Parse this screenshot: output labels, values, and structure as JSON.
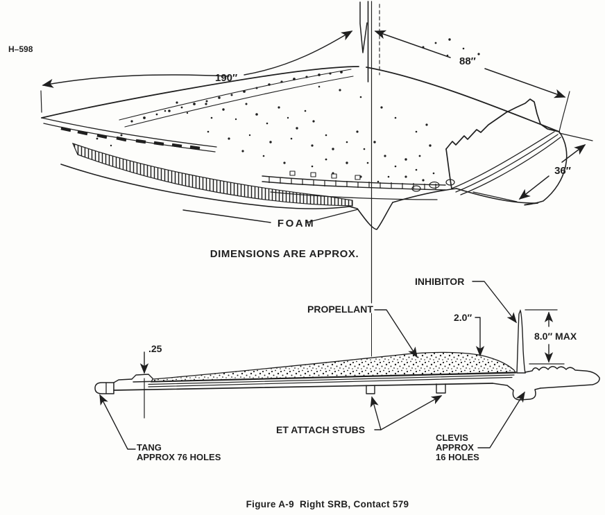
{
  "page": {
    "background": "#fdfdfb",
    "ink": "#1f1f1f"
  },
  "header": {
    "doc_number": "H–598"
  },
  "top_view": {
    "dim_width": "190″",
    "dim_depth": "88″",
    "dim_flange": "36″",
    "foam_label": "FOAM",
    "note": "DIMENSIONS ARE APPROX."
  },
  "section_view": {
    "propellant_label": "PROPELLANT",
    "inhibitor_label": "INHIBITOR",
    "dim_liner": ".25",
    "dim_web": "2.0″",
    "dim_max_height": "8.0″ MAX",
    "et_attach_label": "ET ATTACH STUBS",
    "tang_label_line1": "TANG",
    "tang_label_line2": "APPROX 76 HOLES",
    "clevis_label_line1": "CLEVIS",
    "clevis_label_line2": "APPROX",
    "clevis_label_line3": "16 HOLES"
  },
  "caption": "Figure A-9  Right SRB, Contact 579"
}
